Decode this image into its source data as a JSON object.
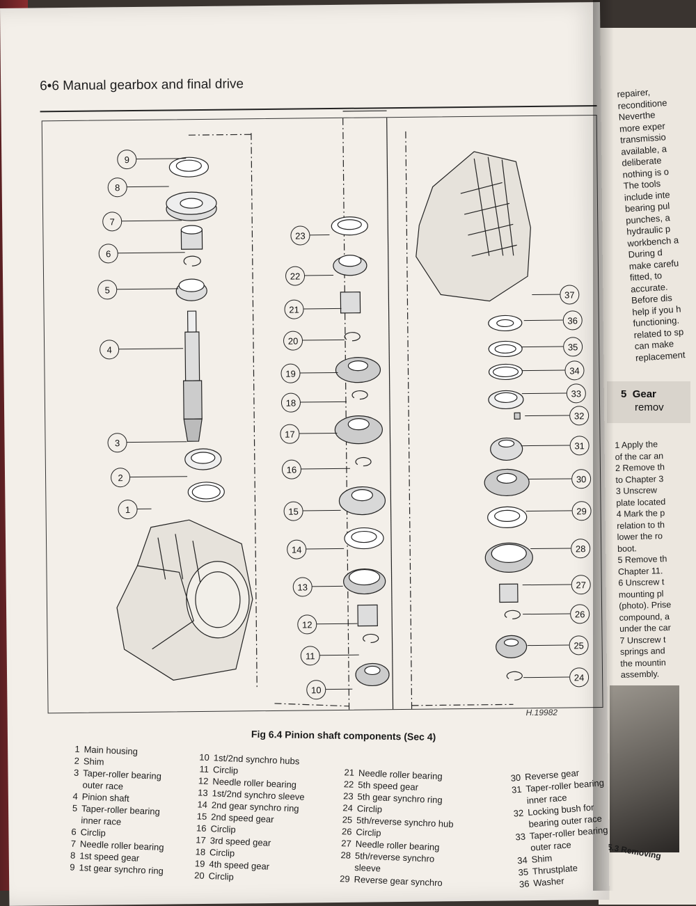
{
  "header": {
    "title": "6•6 Manual gearbox and final drive"
  },
  "figure": {
    "caption": "Fig 6.4 Pinion shaft components (Sec 4)",
    "code": "H.19982",
    "callouts": [
      "1",
      "2",
      "3",
      "4",
      "5",
      "6",
      "7",
      "8",
      "9",
      "10",
      "11",
      "12",
      "13",
      "14",
      "15",
      "16",
      "17",
      "18",
      "19",
      "20",
      "21",
      "22",
      "23",
      "24",
      "25",
      "26",
      "27",
      "28",
      "29",
      "30",
      "31",
      "32",
      "33",
      "34",
      "35",
      "36",
      "37"
    ]
  },
  "legend": {
    "col1": [
      {
        "n": "1",
        "t": "Main housing"
      },
      {
        "n": "2",
        "t": "Shim"
      },
      {
        "n": "3",
        "t": "Taper-roller bearing"
      },
      {
        "n": "",
        "t": "outer race"
      },
      {
        "n": "4",
        "t": "Pinion shaft"
      },
      {
        "n": "5",
        "t": "Taper-roller bearing"
      },
      {
        "n": "",
        "t": "inner race"
      },
      {
        "n": "6",
        "t": "Circlip"
      },
      {
        "n": "7",
        "t": "Needle roller bearing"
      },
      {
        "n": "8",
        "t": "1st speed gear"
      },
      {
        "n": "9",
        "t": "1st gear synchro ring"
      }
    ],
    "col2": [
      {
        "n": "10",
        "t": "1st/2nd synchro hubs"
      },
      {
        "n": "11",
        "t": "Circlip"
      },
      {
        "n": "12",
        "t": "Needle roller bearing"
      },
      {
        "n": "13",
        "t": "1st/2nd synchro sleeve"
      },
      {
        "n": "14",
        "t": "2nd gear synchro ring"
      },
      {
        "n": "15",
        "t": "2nd speed gear"
      },
      {
        "n": "16",
        "t": "Circlip"
      },
      {
        "n": "17",
        "t": "3rd speed gear"
      },
      {
        "n": "18",
        "t": "Circlip"
      },
      {
        "n": "19",
        "t": "4th speed gear"
      },
      {
        "n": "20",
        "t": "Circlip"
      }
    ],
    "col3": [
      {
        "n": "21",
        "t": "Needle roller bearing"
      },
      {
        "n": "22",
        "t": "5th speed gear"
      },
      {
        "n": "23",
        "t": "5th gear synchro ring"
      },
      {
        "n": "24",
        "t": "Circlip"
      },
      {
        "n": "25",
        "t": "5th/reverse synchro hub"
      },
      {
        "n": "26",
        "t": "Circlip"
      },
      {
        "n": "27",
        "t": "Needle roller bearing"
      },
      {
        "n": "28",
        "t": "5th/reverse synchro"
      },
      {
        "n": "",
        "t": "sleeve"
      },
      {
        "n": "29",
        "t": "Reverse gear synchro"
      }
    ],
    "col4": [
      {
        "n": "30",
        "t": "Reverse gear"
      },
      {
        "n": "31",
        "t": "Taper-roller bearing"
      },
      {
        "n": "",
        "t": "inner race"
      },
      {
        "n": "32",
        "t": "Locking bush for"
      },
      {
        "n": "",
        "t": "bearing outer race"
      },
      {
        "n": "33",
        "t": "Taper-roller bearing"
      },
      {
        "n": "",
        "t": "outer race"
      },
      {
        "n": "34",
        "t": "Shim"
      },
      {
        "n": "35",
        "t": "Thrustplate"
      },
      {
        "n": "36",
        "t": "Washer"
      }
    ]
  },
  "right_page": {
    "text_lines": [
      "repairer,",
      "reconditione",
      "Neverthe",
      "more exper",
      "transmissio",
      "available, a",
      "deliberate",
      "nothing is o",
      "The tools",
      "include inte",
      "bearing pul",
      "punches, a",
      "hydraulic p",
      "workbench a",
      "During d",
      "make carefu",
      "fitted, to",
      "accurate.",
      "Before dis",
      "help if you h",
      "functioning.",
      "related to sp",
      "can make",
      "replacement"
    ],
    "section_number": "5",
    "section_title": "Gear",
    "section_sub": "remov",
    "list_lines": [
      "1 Apply the",
      "of the car an",
      "2 Remove th",
      "to Chapter 3",
      "3 Unscrew",
      "plate located",
      "4 Mark the p",
      "relation to th",
      "lower the ro",
      "boot.",
      "5 Remove th",
      "Chapter 11.",
      "6 Unscrew t",
      "mounting pl",
      "(photo). Prise",
      "compound, a",
      "under the car",
      "7 Unscrew t",
      "springs and",
      "the mountin",
      "assembly."
    ],
    "photo_caption": "5.3 Removing"
  }
}
